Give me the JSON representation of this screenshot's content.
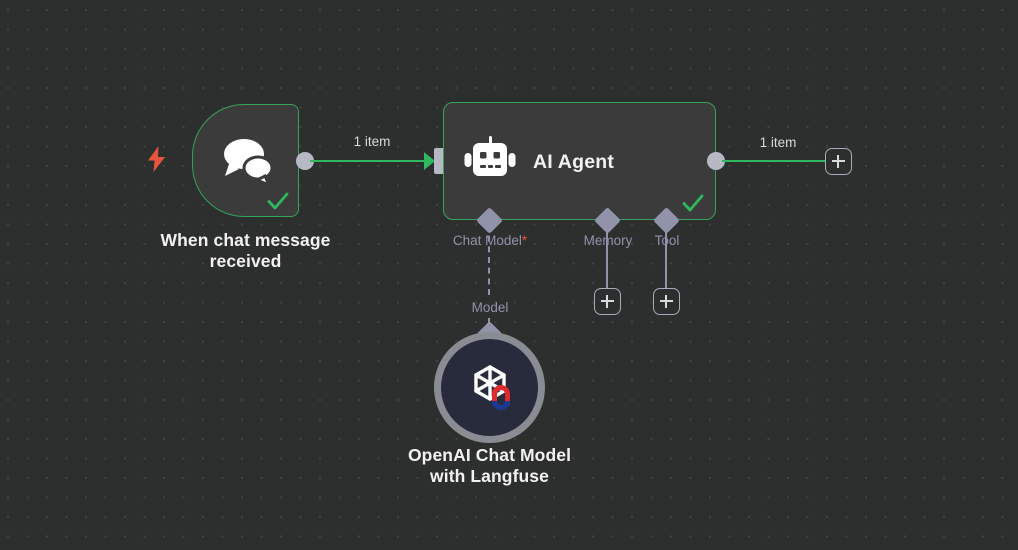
{
  "canvas": {
    "background_color": "#2d2e2e",
    "grid_dot_color": "#414242",
    "accent_success": "#35a35a",
    "accent_connector": "#9193ab",
    "accent_required": "#e8553d",
    "accent_trigger_bolt": "#e8553d"
  },
  "nodes": {
    "trigger": {
      "caption": "When chat message\nreceived",
      "icon": "chat-bubbles-icon",
      "status_icon": "success-check-icon",
      "trigger_icon": "lightning-bolt-icon"
    },
    "agent": {
      "title": "AI Agent",
      "icon": "robot-icon",
      "status_icon": "success-check-icon",
      "input_port": "main-input-port",
      "output_port": "main-output-port"
    },
    "openai": {
      "caption": "OpenAI Chat Model\nwith Langfuse",
      "icon": "openai-logo-icon",
      "badge_icon": "langfuse-magnet-icon",
      "ring_color": "#8a8c93",
      "body_color": "#282b3c"
    }
  },
  "edges": [
    {
      "id": "trigger-to-agent",
      "label": "1 item",
      "color": "#2fb85e"
    },
    {
      "id": "agent-to-next",
      "label": "1 item",
      "color": "#2fb85e"
    }
  ],
  "sub_connectors": [
    {
      "id": "chat-model",
      "label": "Chat Model",
      "required": true,
      "required_mark": "*",
      "connected": true,
      "link_label": "Model"
    },
    {
      "id": "memory",
      "label": "Memory",
      "required": false,
      "required_mark": "",
      "connected": false,
      "link_label": ""
    },
    {
      "id": "tool",
      "label": "Tool",
      "required": false,
      "required_mark": "",
      "connected": false,
      "link_label": ""
    }
  ],
  "buttons": {
    "add_main": "+",
    "add_memory": "+",
    "add_tool": "+"
  }
}
